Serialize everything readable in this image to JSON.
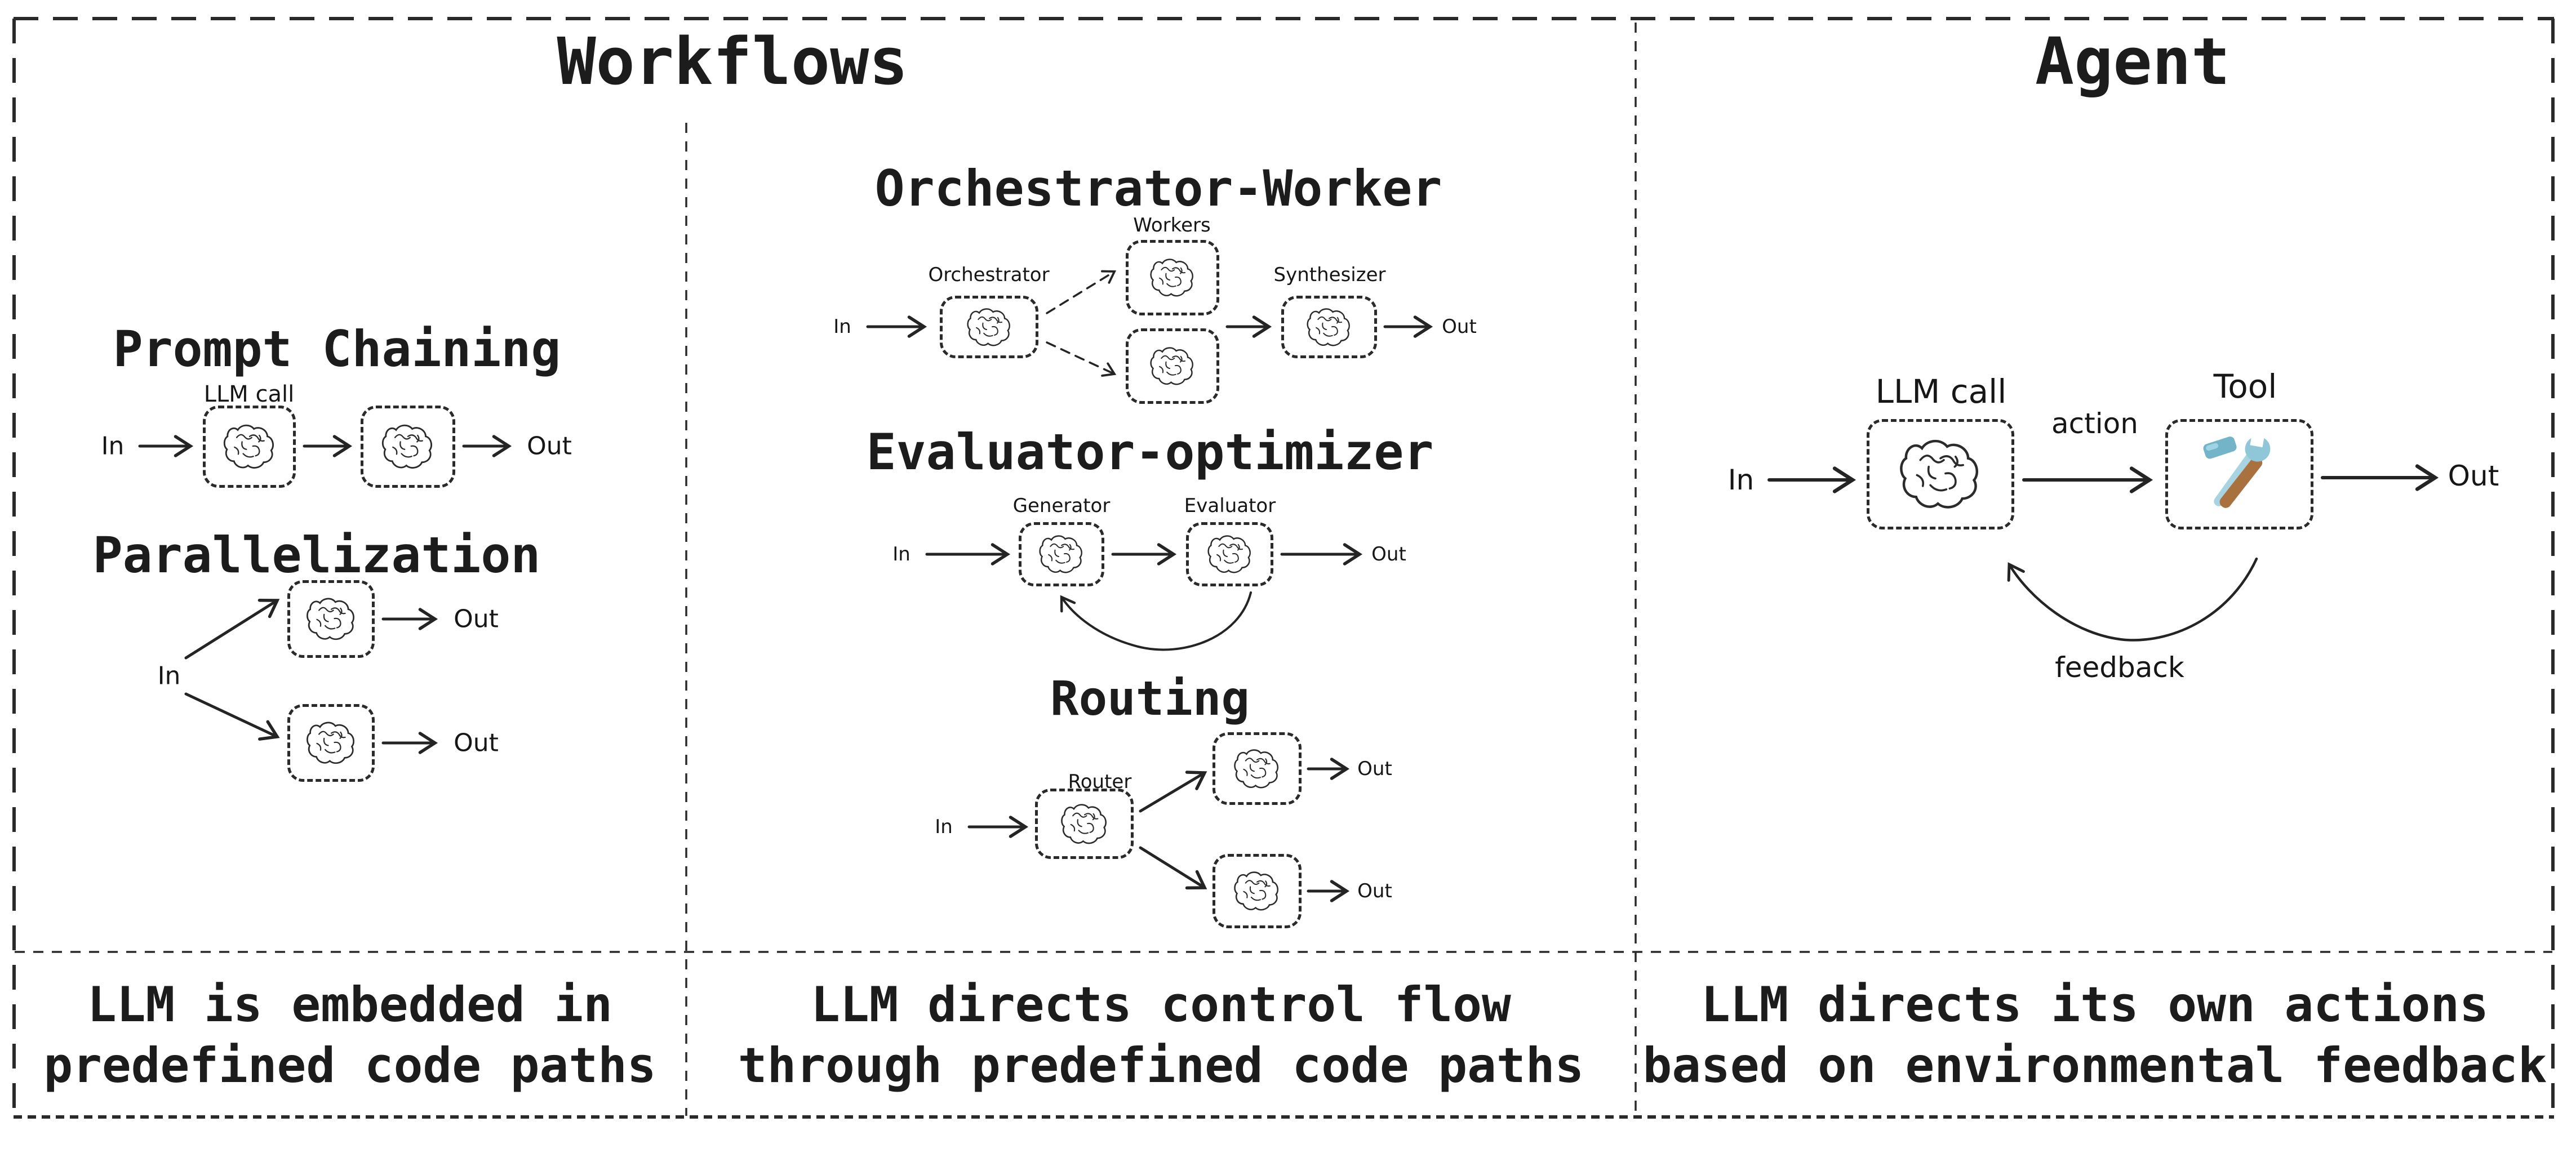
{
  "titles": {
    "workflows": "Workflows",
    "agent": "Agent"
  },
  "workflows": {
    "prompt_chaining": {
      "heading": "Prompt Chaining",
      "llm_call_label": "LLM call",
      "in": "In",
      "out": "Out"
    },
    "parallelization": {
      "heading": "Parallelization",
      "in": "In",
      "out_top": "Out",
      "out_bottom": "Out"
    },
    "orchestrator_worker": {
      "heading": "Orchestrator-Worker",
      "workers_label": "Workers",
      "orchestrator_label": "Orchestrator",
      "synthesizer_label": "Synthesizer",
      "in": "In",
      "out": "Out"
    },
    "evaluator_optimizer": {
      "heading": "Evaluator-optimizer",
      "generator_label": "Generator",
      "evaluator_label": "Evaluator",
      "in": "In",
      "out": "Out"
    },
    "routing": {
      "heading": "Routing",
      "router_label": "Router",
      "in": "In",
      "out_top": "Out",
      "out_bottom": "Out"
    }
  },
  "agent": {
    "llm_call_label": "LLM call",
    "action_label": "action",
    "tool_label": "Tool",
    "feedback_label": "feedback",
    "in": "In",
    "out": "Out"
  },
  "captions": {
    "workflows_left": "LLM is embedded in\npredefined code paths",
    "workflows_right": "LLM directs control flow\nthrough predefined code paths",
    "agent": "LLM directs its own actions\nbased on environmental feedback"
  },
  "icons": {
    "brain": "brain-icon",
    "tools": "hammer-and-wrench-icon"
  },
  "colors": {
    "ink": "#242424",
    "tool_blue": "#8fc7d8",
    "tool_blue_dark": "#74b4c9",
    "tool_brown": "#a9713e",
    "background": "#ffffff"
  }
}
